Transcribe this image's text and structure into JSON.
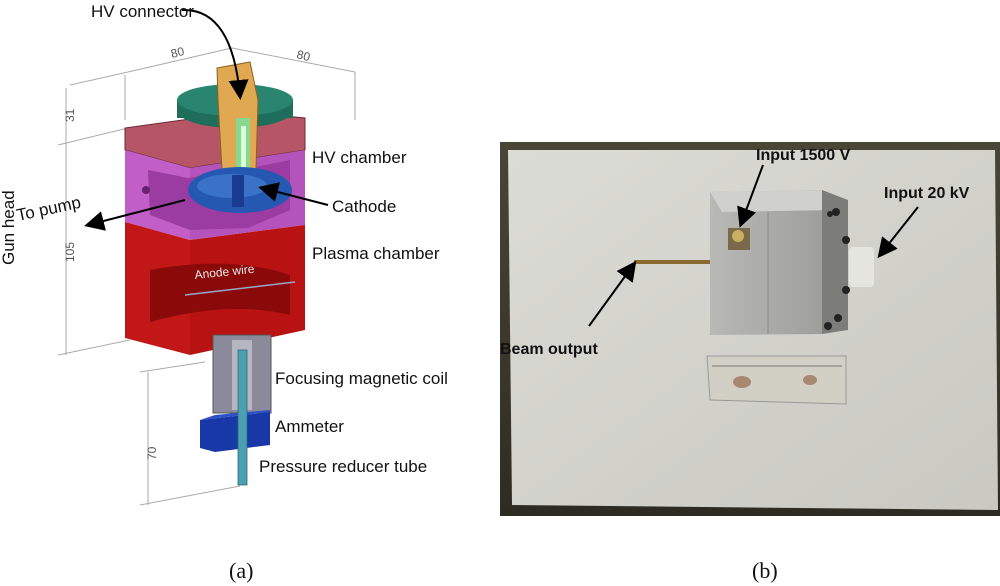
{
  "panel_a": {
    "labels": {
      "hv_connector": "HV connector",
      "hv_chamber": "HV chamber",
      "to_pump": "To pump",
      "cathode": "Cathode",
      "plasma_chamber": "Plasma chamber",
      "anode_wire": "Anode wire",
      "focusing_coil": "Focusing magnetic coil",
      "ammeter": "Ammeter",
      "pressure_tube": "Pressure reducer tube",
      "gun_head": "Gun  head"
    },
    "dimensions": {
      "width_left": "80",
      "width_right": "80",
      "height_top": "31",
      "height_mid": "105",
      "height_bottom": "70"
    },
    "caption": "(a)",
    "colors": {
      "connector": "#e0a850",
      "cap": "#1f6e5c",
      "hv_top": "#b05060",
      "hv_chamber": "#c060c8",
      "cathode": "#2050a8",
      "plasma": "#c41515",
      "coil": "#8a8a9a",
      "ammeter": "#1838a8",
      "tube": "#4aa0b0"
    }
  },
  "panel_b": {
    "labels": {
      "input_1500": "Input 1500 V",
      "input_20k": "Input 20 kV",
      "beam_output": "Beam output"
    },
    "caption": "(b)"
  }
}
